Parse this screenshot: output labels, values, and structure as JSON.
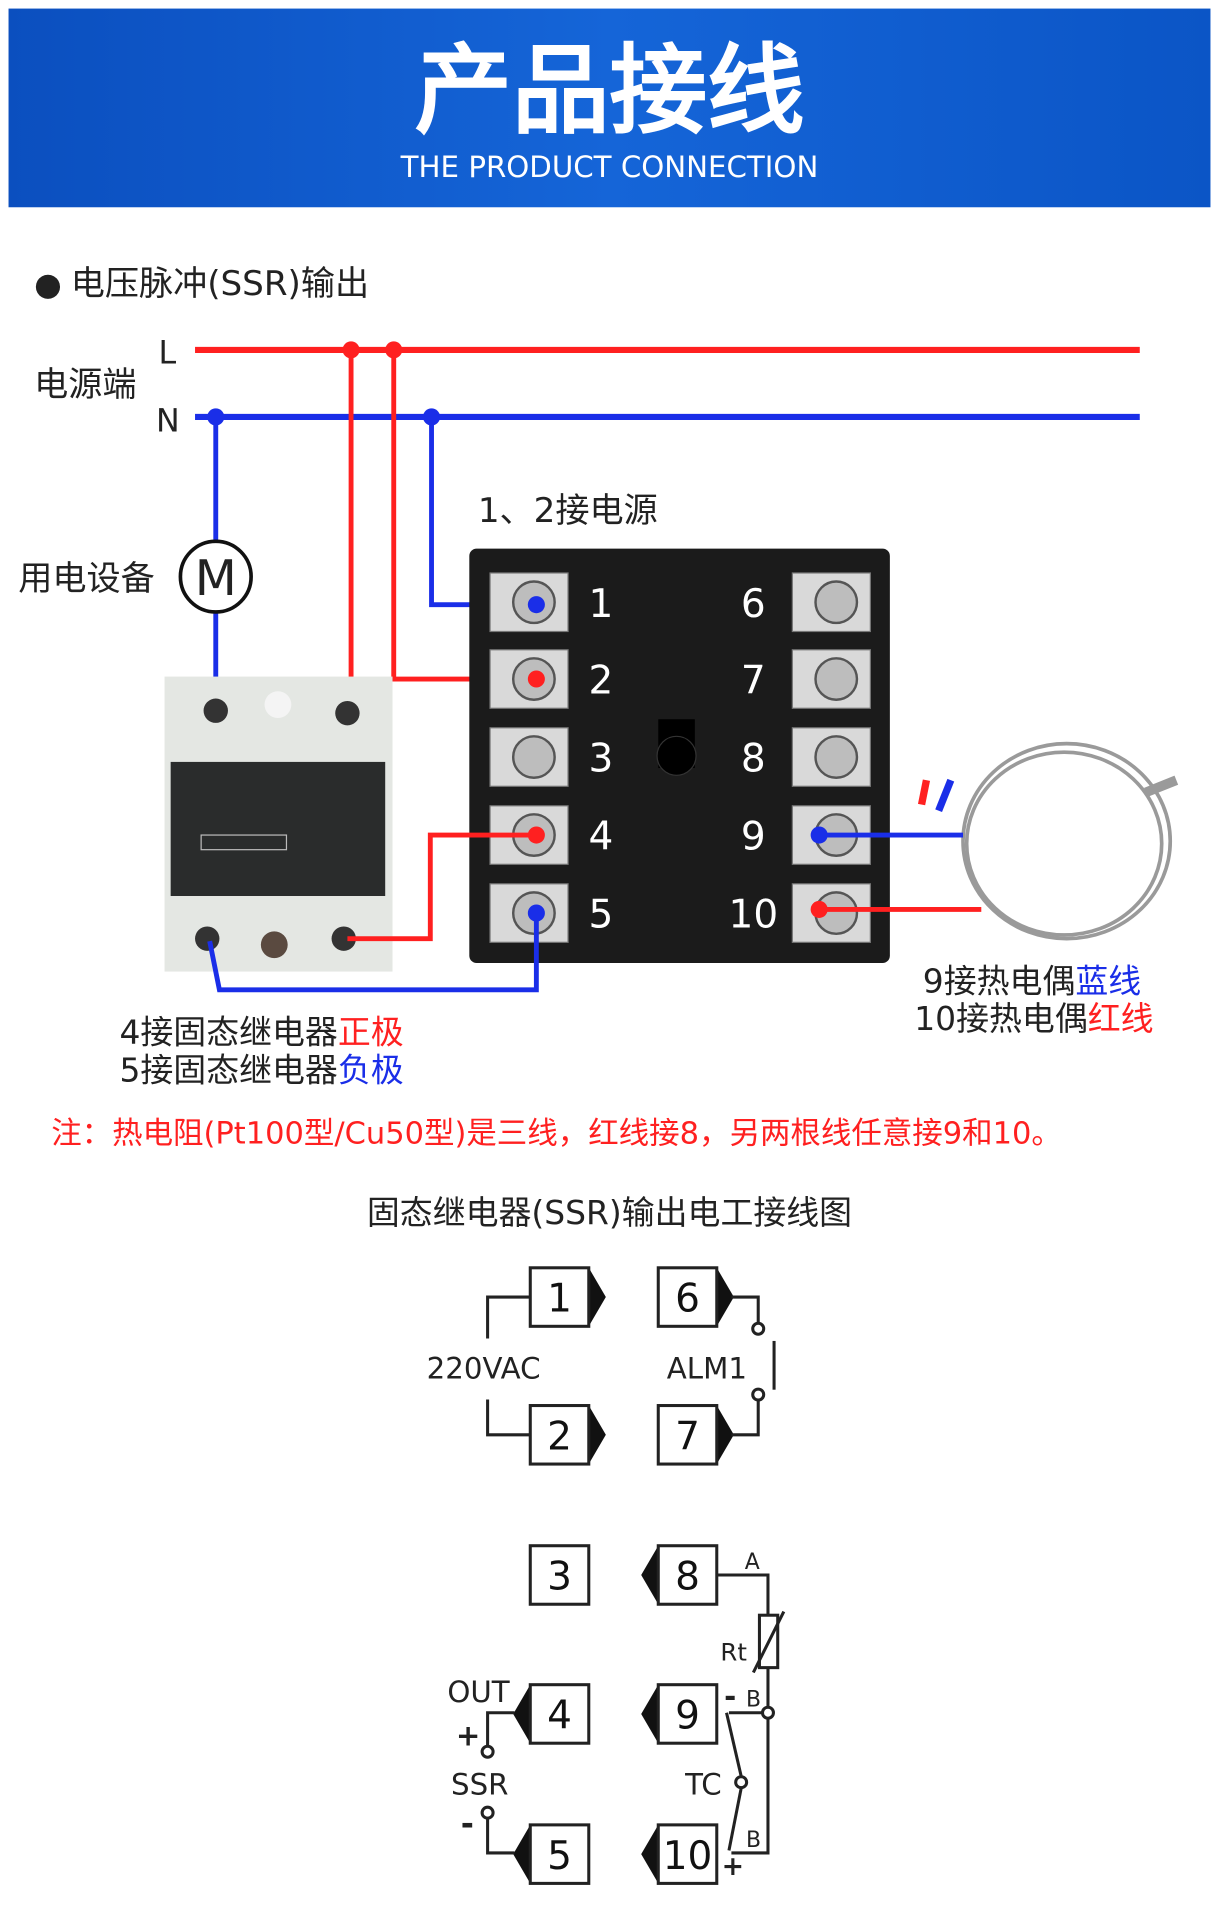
{
  "banner": {
    "title": "产品接线",
    "subtitle": "THE PRODUCT CONNECTION"
  },
  "section": {
    "bullet": "●",
    "title": "电压脉冲(SSR)输出"
  },
  "power": {
    "label": "电源端",
    "L": "L",
    "N": "N"
  },
  "device": {
    "label": "用电设备",
    "motor": "M"
  },
  "controller": {
    "power_note": "1、2接电源",
    "left_terminals": [
      "1",
      "2",
      "3",
      "4",
      "5"
    ],
    "right_terminals": [
      "6",
      "7",
      "8",
      "9",
      "10"
    ]
  },
  "ssr_note": {
    "line1_prefix": "4接固态继电器",
    "line1_highlight": "正极",
    "line2_prefix": "5接固态继电器",
    "line2_highlight": "负极"
  },
  "tc_note": {
    "line1_prefix": "9接热电偶",
    "line1_highlight": "蓝线",
    "line2_prefix": "10接热电偶",
    "line2_highlight": "红线"
  },
  "warning": "注：热电阻(Pt100型/Cu50型)是三线，红线接8，另两根线任意接9和10。",
  "schematic": {
    "title": "固态继电器(SSR)输出电工接线图",
    "terminals": [
      "1",
      "2",
      "3",
      "4",
      "5",
      "6",
      "7",
      "8",
      "9",
      "10"
    ],
    "labels": {
      "vac": "220VAC",
      "alm": "ALM1",
      "out": "OUT",
      "ssr": "SSR",
      "plus": "+",
      "minus": "-",
      "tc": "TC",
      "rt": "Rt",
      "a": "A",
      "b": "B"
    }
  },
  "colors": {
    "banner": "#0d55c8",
    "red": "#ff2020",
    "blue": "#1a2ee8"
  }
}
